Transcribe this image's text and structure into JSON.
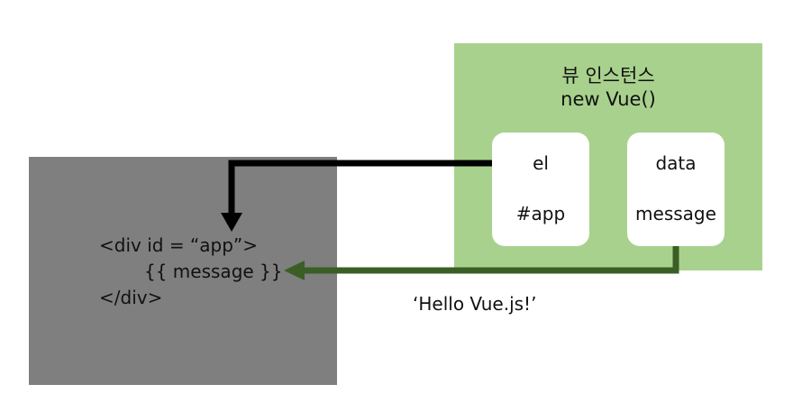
{
  "dom_template": {
    "lines": [
      "<div id = “app”>",
      "{{ message }}",
      "</div>"
    ]
  },
  "vue_instance": {
    "title": "뷰 인스턴스",
    "subtitle": "new Vue()",
    "el_card": {
      "key": "el",
      "value": "#app"
    },
    "data_card": {
      "key": "data",
      "value": "message"
    }
  },
  "binding_value": "‘Hello Vue.js!’",
  "colors": {
    "dom_box": "#7f7f7f",
    "vue_box": "#a9d18e",
    "card": "#ffffff",
    "el_arrow": "#000000",
    "data_arrow": "#3b5e25"
  }
}
